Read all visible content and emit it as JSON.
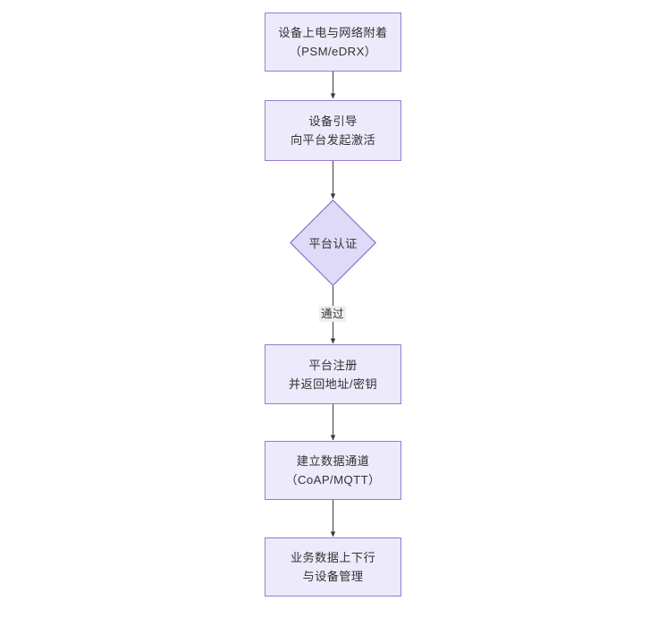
{
  "diagram": {
    "type": "flowchart",
    "orientation": "top-to-bottom",
    "background_color": "#FFFFFF",
    "node_fill_color": "#ECEAFB",
    "node_border_color": "#9A79D4",
    "edge_color": "#555555",
    "text_color": "#333333",
    "nodes": [
      {
        "id": "n1",
        "shape": "rectangle",
        "lines": [
          "设备上电与网络附着",
          "（PSM/eDRX）"
        ]
      },
      {
        "id": "n2",
        "shape": "rectangle",
        "lines": [
          "设备引导",
          "向平台发起激活"
        ]
      },
      {
        "id": "n3",
        "shape": "diamond",
        "lines": [
          "平台认证"
        ]
      },
      {
        "id": "n4",
        "shape": "rectangle",
        "lines": [
          "平台注册",
          "并返回地址/密钥"
        ]
      },
      {
        "id": "n5",
        "shape": "rectangle",
        "lines": [
          "建立数据通道",
          "（CoAP/MQTT）"
        ]
      },
      {
        "id": "n6",
        "shape": "rectangle",
        "lines": [
          "业务数据上下行",
          "与设备管理"
        ]
      }
    ],
    "edges": [
      {
        "from": "n1",
        "to": "n2",
        "label": ""
      },
      {
        "from": "n2",
        "to": "n3",
        "label": ""
      },
      {
        "from": "n3",
        "to": "n4",
        "label": "通过"
      },
      {
        "from": "n4",
        "to": "n5",
        "label": ""
      },
      {
        "from": "n5",
        "to": "n6",
        "label": ""
      }
    ]
  }
}
